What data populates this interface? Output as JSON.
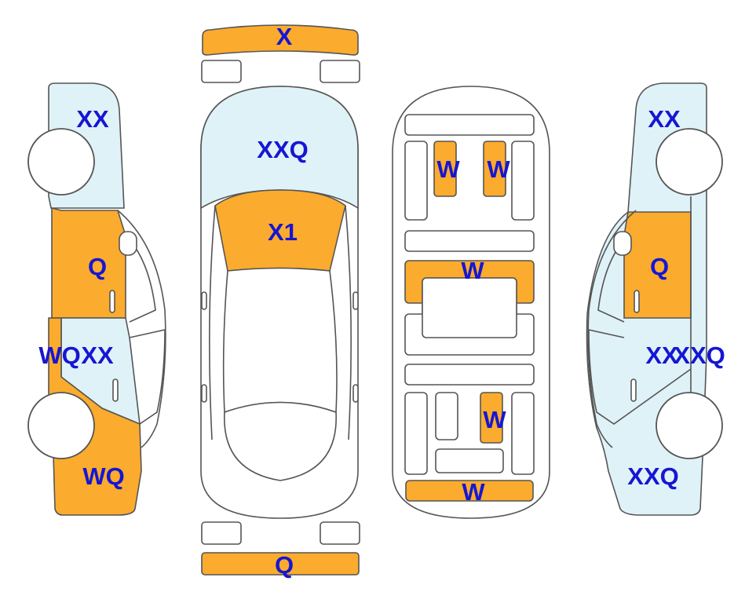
{
  "colors": {
    "damage_orange": "#fbab2d",
    "glass_blue": "#dff2f8",
    "label_blue": "#1616d2",
    "outline": "#555555"
  },
  "labels": {
    "front_bumper": "X",
    "rear_bumper": "Q",
    "windshield": "XXQ",
    "hood": "X1",
    "roof_left_seat": "W",
    "roof_right_seat": "W",
    "floor_middle": "W",
    "floor_rear": "W",
    "trunk": "W",
    "left_front_fender": "XX",
    "left_front_door": "Q",
    "left_rear_door_a": "WQ",
    "left_rear_door_b": "XX",
    "left_rear_quarter": "WQ",
    "right_front_fender": "XX",
    "right_front_door": "Q",
    "right_rear_door_a": "XX",
    "right_rear_door_b": "XXQ",
    "right_rear_quarter": "XXQ"
  }
}
